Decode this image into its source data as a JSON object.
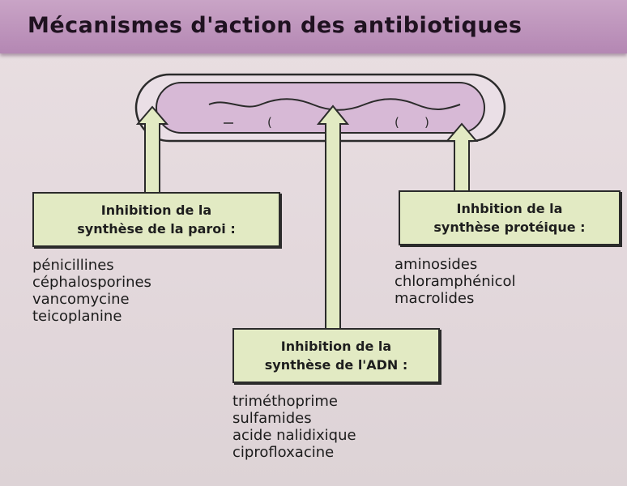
{
  "title": "Mécanismes d'action des antibiotiques",
  "groups": [
    {
      "label_line1": "Inhibition de la",
      "label_line2": "synthèse de la paroi :",
      "drugs": [
        "pénicillines",
        "céphalosporines",
        "vancomycine",
        "teicoplanine"
      ]
    },
    {
      "label_line1": "Inhbition de la",
      "label_line2": "synthèse protéique :",
      "drugs": [
        "aminosides",
        "chloramphénicol",
        "macrolides"
      ]
    },
    {
      "label_line1": "Inhibition de la",
      "label_line2": "synthèse de l'ADN :",
      "drugs": [
        "triméthoprime",
        "sulfamides",
        "acide nalidixique",
        "ciprofloxacine"
      ]
    }
  ],
  "colors": {
    "title_band": "#b98cb8",
    "bacterium_fill": "#d7b9d6",
    "arrow_fill": "#e2eac3",
    "box_fill": "#e2eac3",
    "outline": "#2b2b2b"
  }
}
